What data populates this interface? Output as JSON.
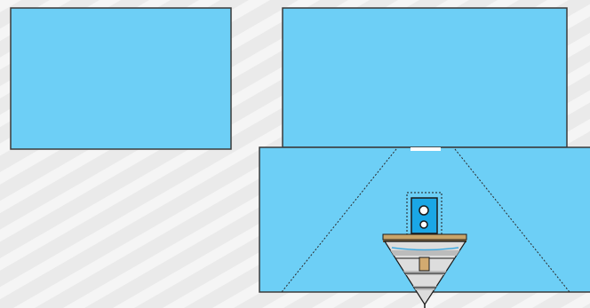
{
  "colors": {
    "background": "#eaeaea",
    "stripe": "#f5f5f5",
    "panel_fill": "#6dcff6",
    "panel_stroke": "#3a3a3a",
    "highlight": "#ffffff",
    "device_blue": "#1aa7e6",
    "platform_wood": "#c8a46a",
    "platform_dark": "#6b5536",
    "cone_fill": "#dddddd",
    "cone_stripe": "#bcbcbc",
    "accent_tan": "#d2aa70"
  },
  "icons": {
    "device": "speaker-icon",
    "cone": "spotlight-cone-icon"
  },
  "panels": {
    "top_left": "panel",
    "top_right": "panel",
    "bottom_stage": "panel"
  }
}
